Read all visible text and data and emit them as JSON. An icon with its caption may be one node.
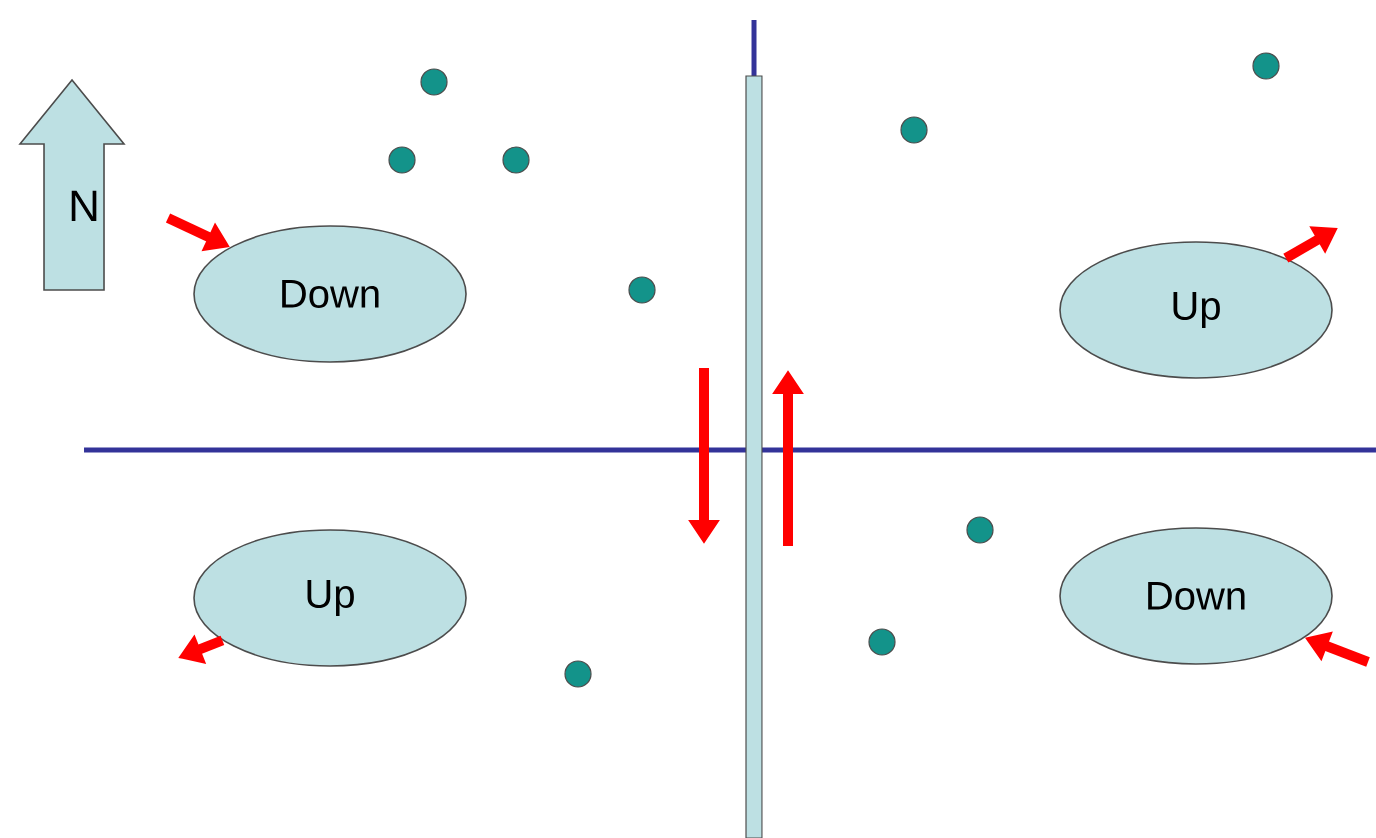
{
  "diagram": {
    "nodes": [
      {
        "text": [
          "N"
        ]
      },
      {
        "text": [
          "Down"
        ]
      },
      {
        "text": [
          "Up"
        ]
      },
      {
        "text": [
          "Up"
        ]
      },
      {
        "text": [
          "Down"
        ]
      }
    ],
    "edges": [
      {
        "from": null,
        "to": 1,
        "arrow": "to"
      },
      {
        "from": 2,
        "to": null,
        "arrow": "to"
      },
      {
        "from": 3,
        "to": null,
        "arrow": "to"
      },
      {
        "from": null,
        "to": 4,
        "arrow": "to"
      }
    ]
  }
}
